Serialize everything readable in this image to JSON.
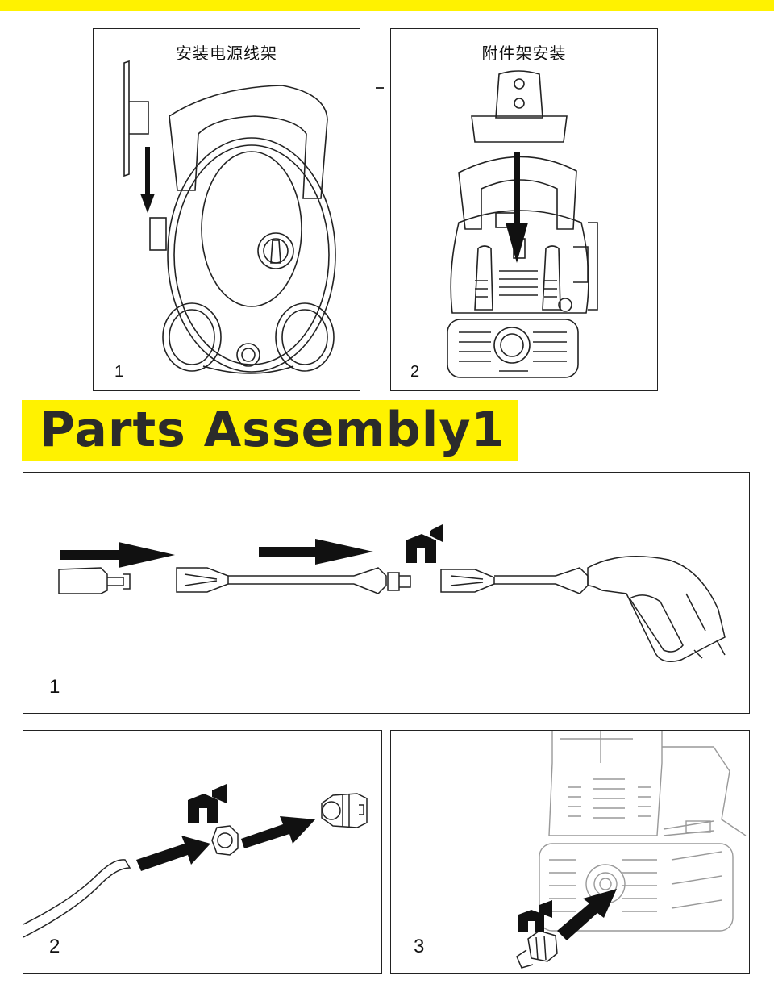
{
  "panels": {
    "top_left": {
      "title": "安装电源线架",
      "number": "1"
    },
    "top_right": {
      "title": "附件架安装",
      "number": "2"
    }
  },
  "section_banner": {
    "title": "Parts Assembly1"
  },
  "assembly_panels": {
    "one": {
      "number": "1"
    },
    "two": {
      "number": "2"
    },
    "three": {
      "number": "3"
    }
  },
  "colors": {
    "highlight_yellow": "#fff200",
    "line": "#222222"
  }
}
